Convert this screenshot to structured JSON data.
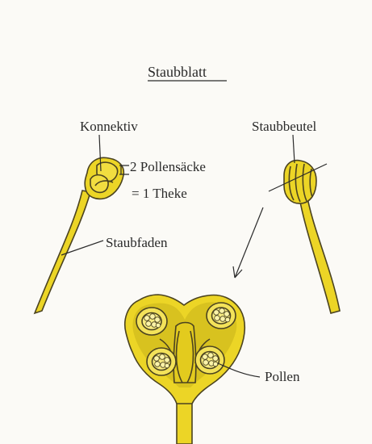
{
  "title": "Staubblatt",
  "labels": {
    "konnektiv": "Konnektiv",
    "pollensaecke": "2 Pollensäcke",
    "theke": "= 1 Theke",
    "staubfaden": "Staubfaden",
    "staubbeutel": "Staubbeutel",
    "pollen": "Pollen"
  },
  "colors": {
    "yellow": "#ecd526",
    "yellow_dark": "#b8a212",
    "yellow_light": "#f7eb80",
    "outline": "#4b4320",
    "text": "#2a2a2a",
    "background": "#fbfaf6"
  }
}
